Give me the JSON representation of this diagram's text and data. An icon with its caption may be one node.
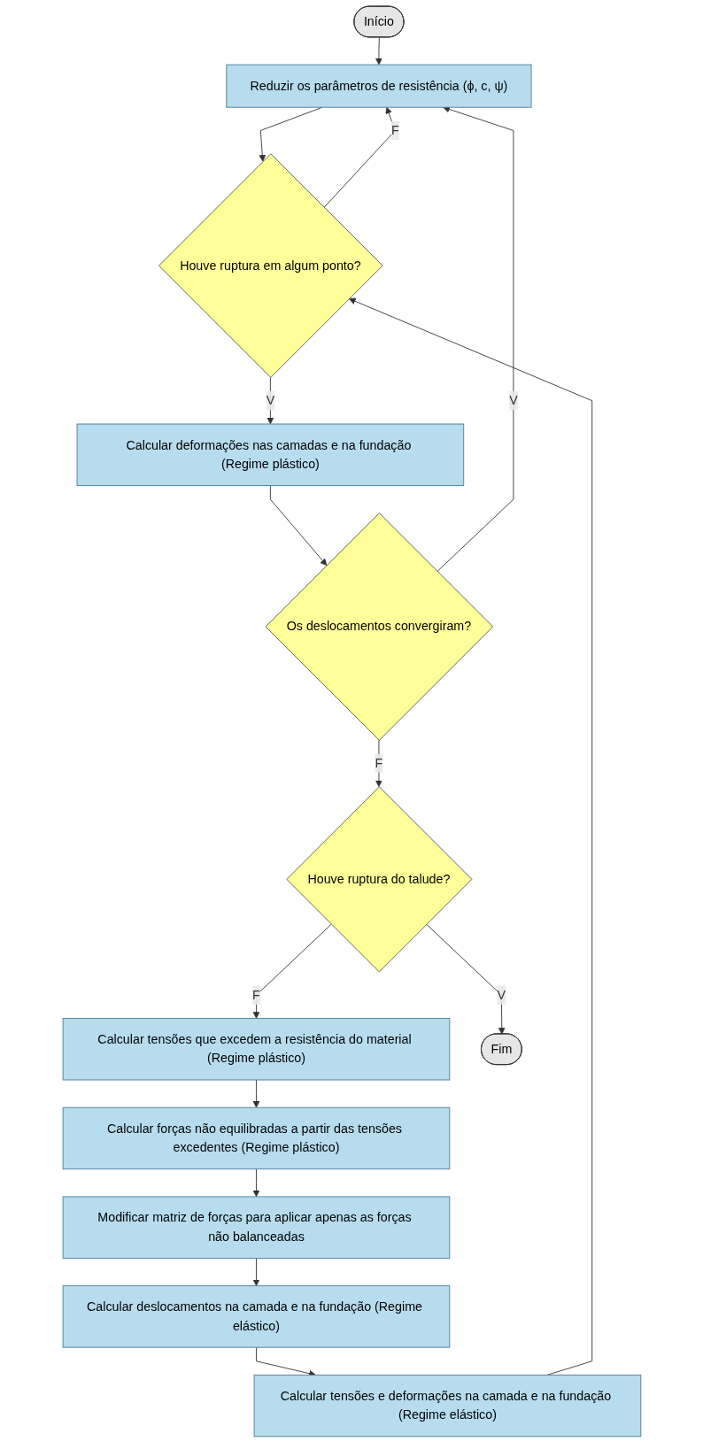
{
  "diagram": {
    "nodes": [
      {
        "text": [
          "Início"
        ]
      },
      {
        "text": [
          "Reduzir os parâmetros de resistência (ϕ, c, ψ)"
        ]
      },
      {
        "text": [
          "Houve ruptura em algum ponto?"
        ]
      },
      {
        "text": [
          "Calcular deformações nas camadas e na fundação (Regime plástico)"
        ]
      },
      {
        "text": [
          "Os deslocamentos convergiram?"
        ]
      },
      {
        "text": [
          "Houve ruptura do talude?"
        ]
      },
      {
        "text": [
          "Calcular tensões que excedem a resistência do material (Regime plástico)"
        ]
      },
      {
        "text": [
          "Calcular forças não equilibradas a partir das tensões excedentes (Regime plástico)"
        ]
      },
      {
        "text": [
          "Modificar matriz de forças para aplicar apenas as forças não balanceadas"
        ]
      },
      {
        "text": [
          "Calcular deslocamentos na camada e na fundação (Regime elástico)"
        ]
      },
      {
        "text": [
          "Calcular tensões e deformações na camada e na fundação (Regime elástico)"
        ]
      },
      {
        "text": [
          "Fim"
        ]
      }
    ],
    "edges": [
      {
        "from": 0,
        "to": 1,
        "arrow": "to"
      },
      {
        "from": 1,
        "to": 2,
        "arrow": "to"
      },
      {
        "from": 2,
        "to": 3,
        "arrow": "to",
        "label": "V"
      },
      {
        "from": 2,
        "to": 1,
        "arrow": "to",
        "label": "F"
      },
      {
        "from": 3,
        "to": 4,
        "arrow": "to"
      },
      {
        "from": 4,
        "to": 1,
        "arrow": "to",
        "label": "V"
      },
      {
        "from": 4,
        "to": 5,
        "arrow": "to",
        "label": "F"
      },
      {
        "from": 5,
        "to": 11,
        "arrow": "to",
        "label": "V"
      },
      {
        "from": 5,
        "to": 6,
        "arrow": "to",
        "label": "F"
      },
      {
        "from": 6,
        "to": 7,
        "arrow": "to"
      },
      {
        "from": 7,
        "to": 8,
        "arrow": "to"
      },
      {
        "from": 8,
        "to": 9,
        "arrow": "to"
      },
      {
        "from": 9,
        "to": 10,
        "arrow": "to"
      },
      {
        "from": 10,
        "to": 2,
        "arrow": "to"
      }
    ]
  }
}
